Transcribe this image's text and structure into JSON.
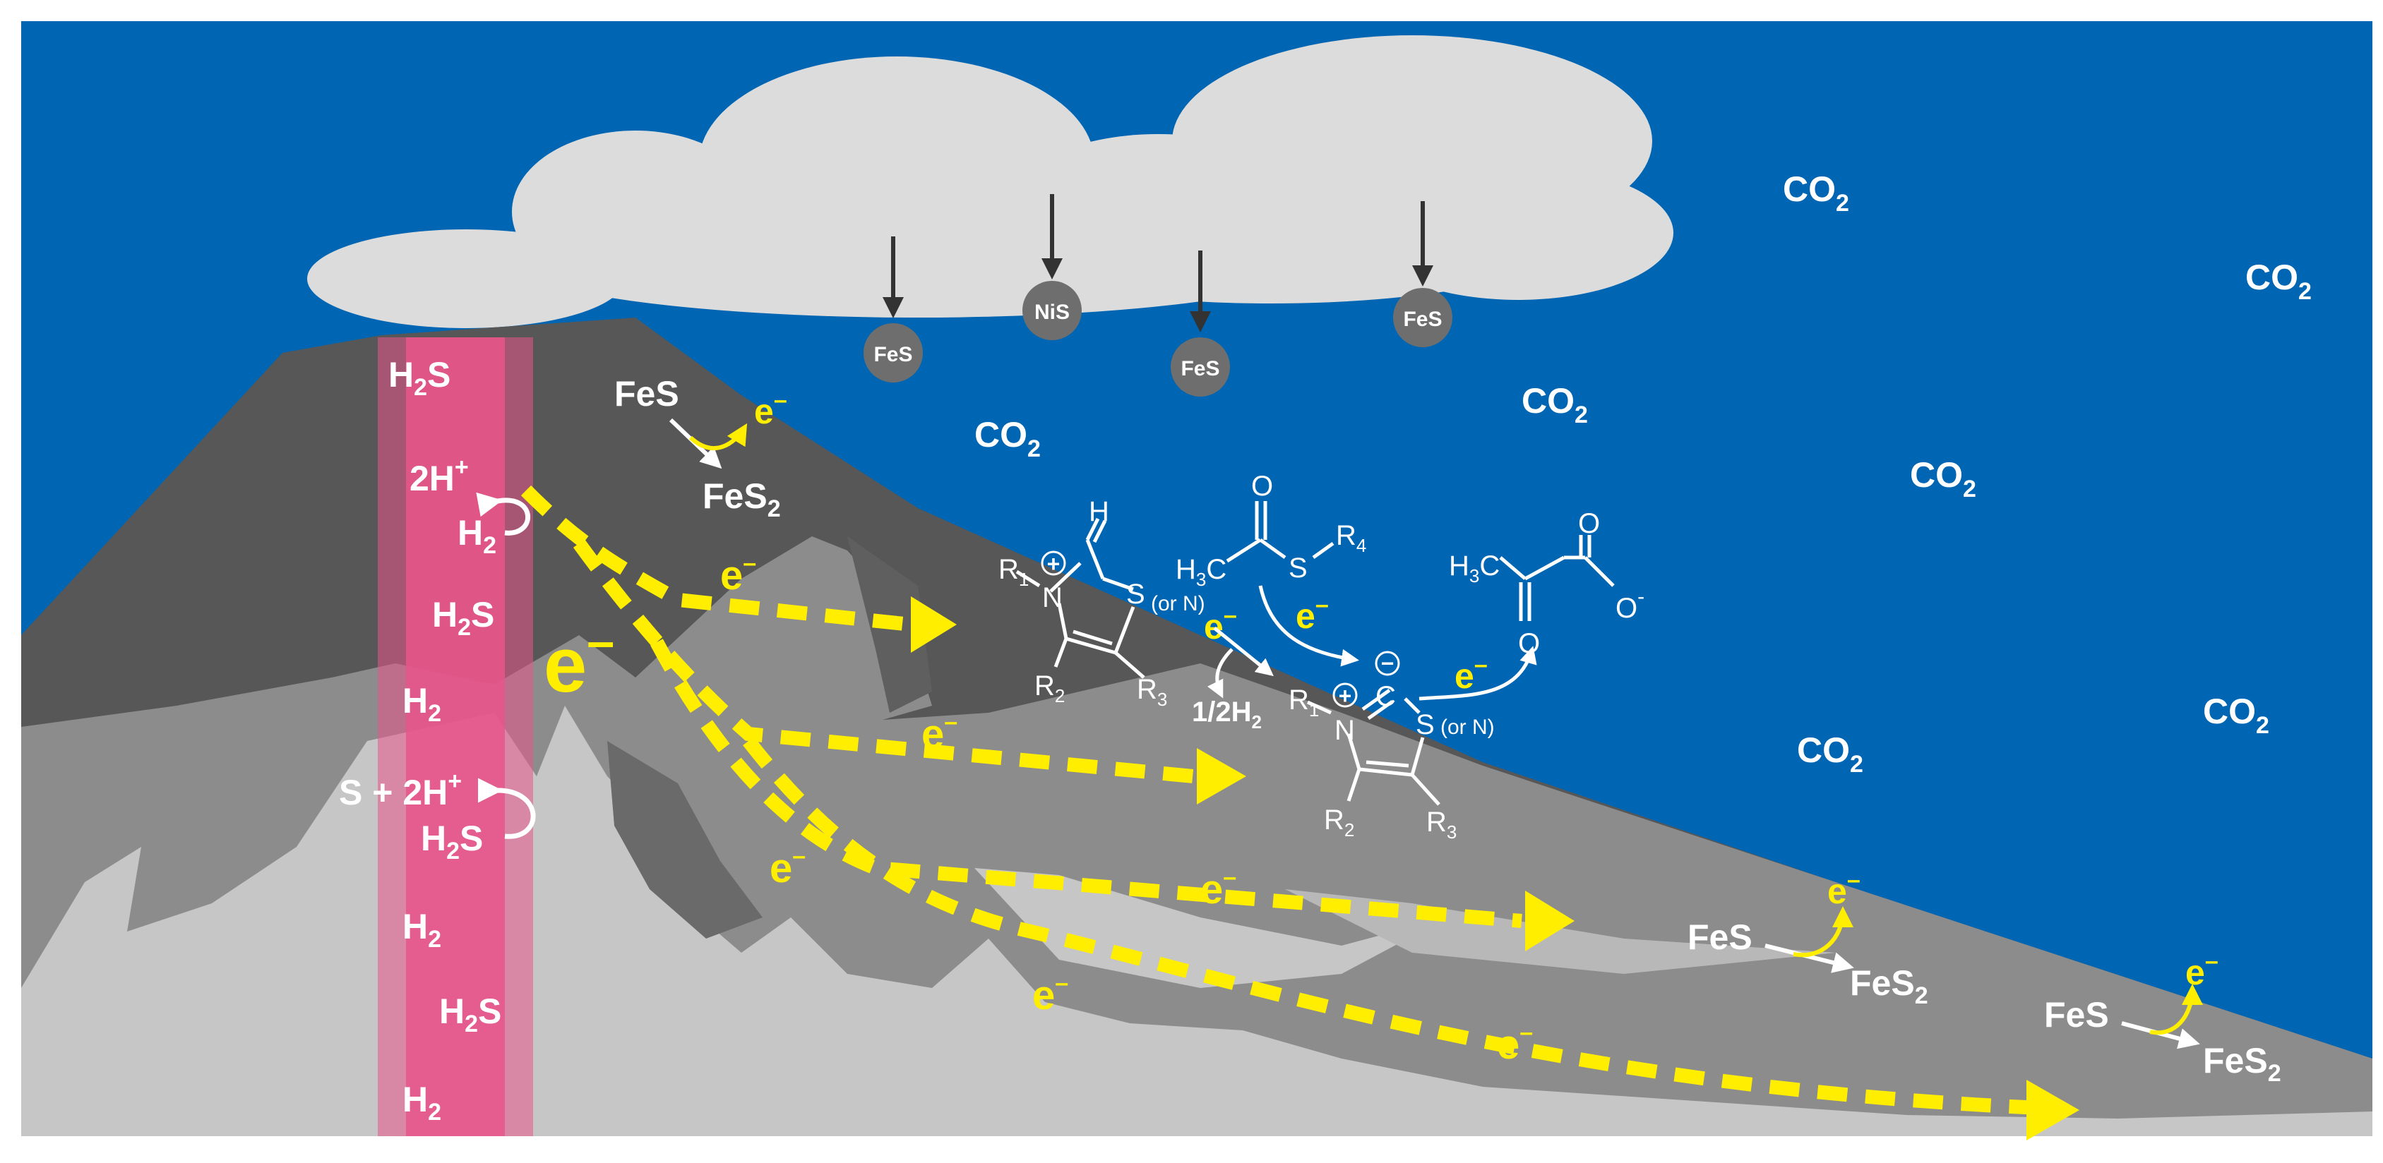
{
  "colors": {
    "sky": "#0066b3",
    "cloud": "#dcdcdc",
    "dark_rock": "#575757",
    "mid_rock": "#8c8c8c",
    "light_rock": "#c6c6c6",
    "vent": "#e8558a",
    "electron": "#ffee00",
    "mineral_ball": "#6e6e6e"
  },
  "icons": [
    "cloud",
    "volcano",
    "hydrothermal-vent-column",
    "dashed-electron-arrow",
    "thiazolium-ring"
  ],
  "minerals_falling": [
    "FeS",
    "NiS",
    "FeS",
    "FeS"
  ],
  "co2": {
    "base": "CO",
    "sub": "2"
  },
  "electron": {
    "base": "e",
    "sup": "–"
  },
  "vent_column": [
    {
      "a": "H",
      "s": "2",
      "b": "S"
    },
    {
      "a": "2H",
      "p": "+"
    },
    {
      "a": "H",
      "s": "2"
    },
    {
      "a": "H",
      "s": "2",
      "b": "S"
    },
    {
      "a": "H",
      "s": "2"
    },
    {
      "a": "S + 2H",
      "p": "+"
    },
    {
      "a": "H",
      "s": "2",
      "b": "S"
    },
    {
      "a": "H",
      "s": "2"
    },
    {
      "a": "H",
      "s": "2",
      "b": "S"
    },
    {
      "a": "H",
      "s": "2"
    }
  ],
  "pyrite_reaction": {
    "reactant": "FeS",
    "product_base": "FeS",
    "product_sub": "2"
  },
  "chemistry": {
    "H_label": "H",
    "N": "N",
    "S": "S",
    "C": "C",
    "O": "O",
    "R1": "R",
    "R1_sub": "1",
    "R2": "R",
    "R2_sub": "2",
    "R3": "R",
    "R3_sub": "3",
    "R4": "R",
    "R4_sub": "4",
    "or_N": "(or N)",
    "plus": "+",
    "minus": "−",
    "H3C_base": "H",
    "H3C_sub": "3",
    "H3C_tail": "C",
    "half_H2": "1/2H",
    "half_H2_sub": "2",
    "O_minus": "O",
    "O_minus_sup": "-"
  }
}
